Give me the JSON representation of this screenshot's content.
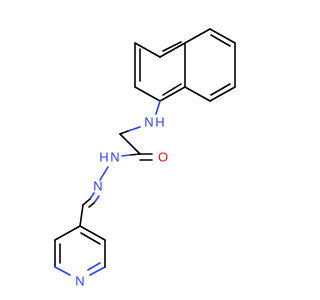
{
  "colors": {
    "nitrogen": "#2d3cff",
    "oxygen": "#ff0d0d",
    "bond": "#000000",
    "background": "#ffffff"
  },
  "atoms": {
    "amine_n": {
      "symbol": "N",
      "hydrogen": "H"
    },
    "carbonyl_o": {
      "symbol": "O"
    },
    "hydrazide_nh": {
      "symbol": "N",
      "hydrogen": "H"
    },
    "imine_n": {
      "symbol": "N"
    },
    "pyridine_n": {
      "symbol": "N"
    }
  }
}
